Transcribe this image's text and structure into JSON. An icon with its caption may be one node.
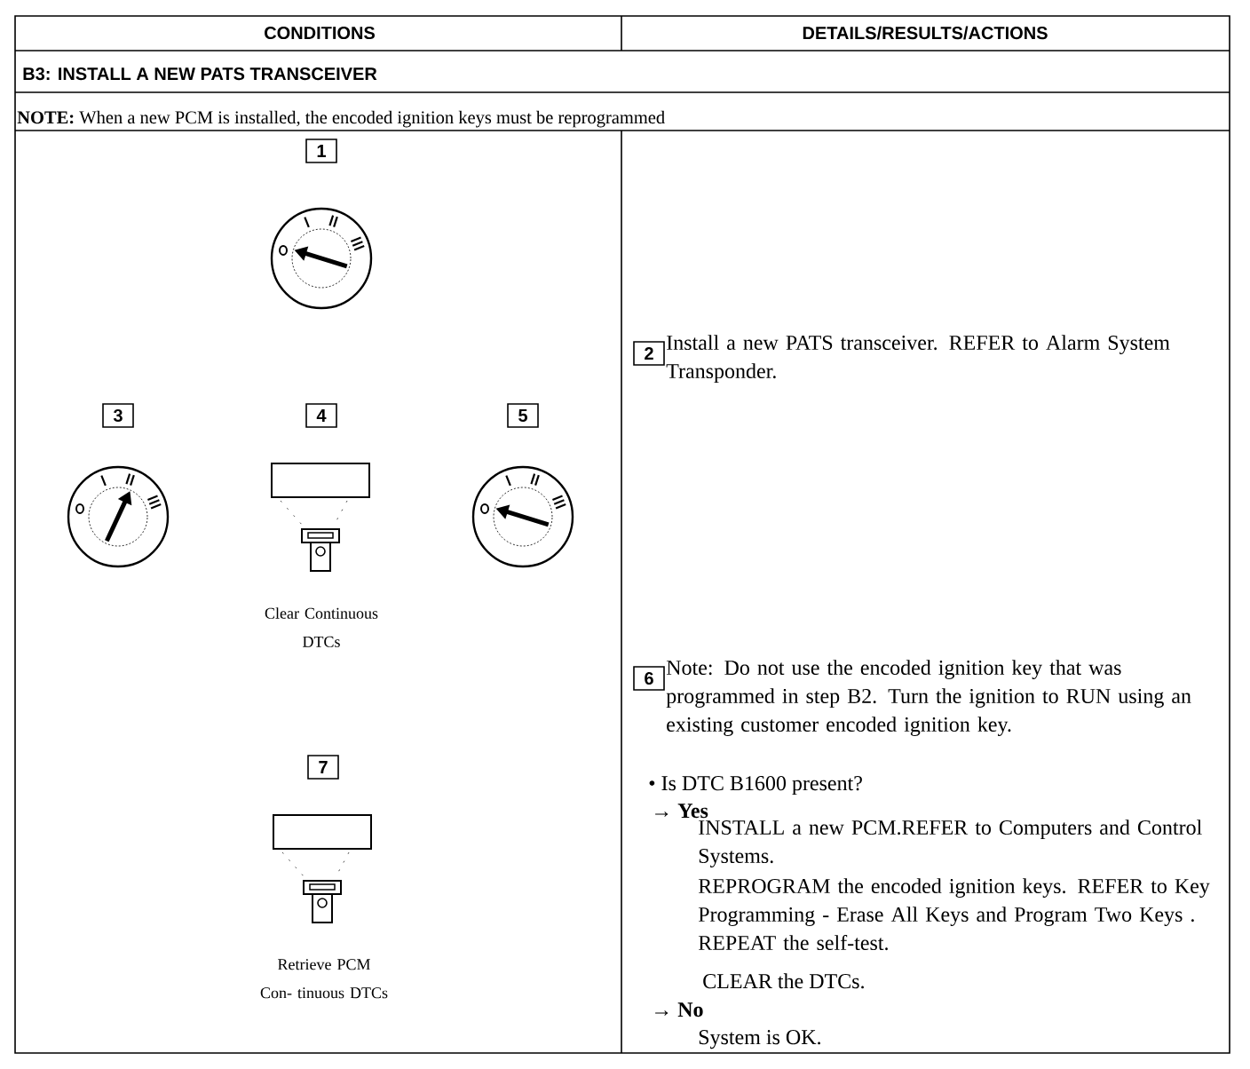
{
  "diagram": {
    "labels": [
      "CONDITIONS",
      "DETAILS/RESULTS/ACTIONS",
      "B3: INSTALL A NEW PATS TRANSCEIVER",
      "**NOTE:** When a new PCM is installed, the encoded ignition keys must be reprogrammed",
      "1",
      "2",
      "Install a new PATS transceiver. REFER to Alarm System Transponder.",
      "3",
      "4",
      "5",
      "Clear Continuous DTCs",
      "6",
      "Note: Do not use the encoded ignition key that was programmed in step B2. Turn the ignition to RUN using an existing customer encoded ignition key.",
      "• Is DTC B1600 present?",
      "→ **Yes**",
      "INSTALL a new PCM.REFER to Computers and Control Systems.",
      "REPROGRAM the encoded ignition keys. REFER to Key Programming - Erase All Keys and Program Two Keys . REPEAT the self-test.",
      "CLEAR the DTCs.",
      "7",
      "Retrieve PCM Con- tinuous DTCs",
      "→ **No**",
      "System is OK."
    ]
  }
}
